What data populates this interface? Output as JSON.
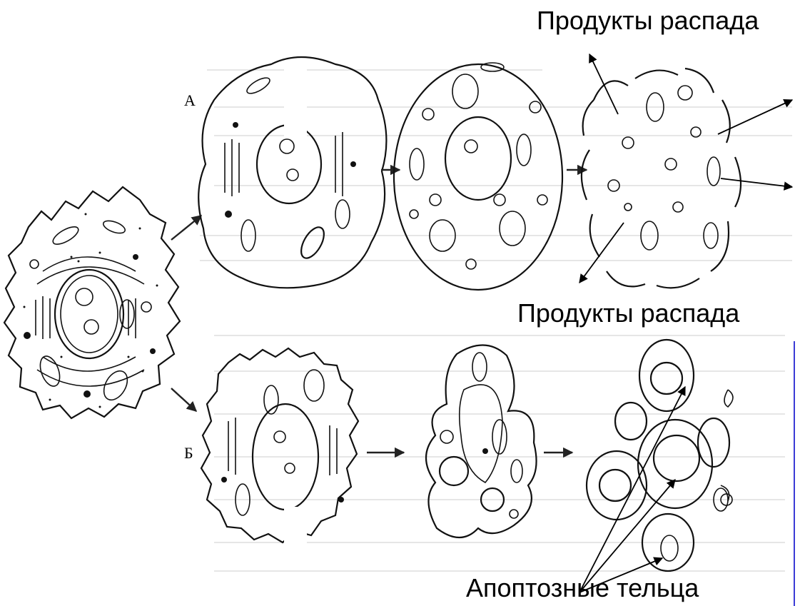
{
  "labels": {
    "decay_products_top": "Продукты распада",
    "decay_products_middle": "Продукты распада",
    "apoptotic_bodies": "Апоптозные тельца",
    "pathway_a": "А",
    "pathway_b": "Б"
  },
  "colors": {
    "ink": "#111111",
    "background": "#ffffff",
    "page_bleed": "#d8d8d8",
    "margin_line": "#3b3bd6"
  }
}
